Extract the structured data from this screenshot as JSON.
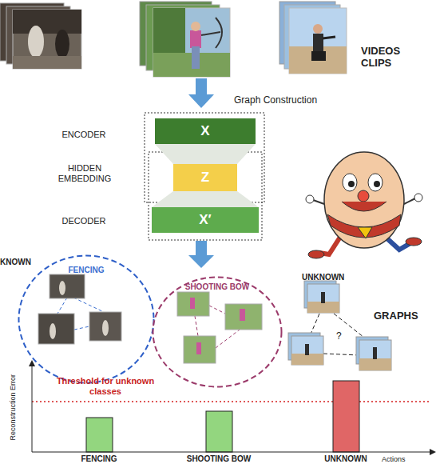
{
  "diagram": {
    "nodes": [
      {
        "text": [
          "X"
        ]
      },
      {
        "text": [
          "Z"
        ]
      },
      {
        "text": [
          "X′"
        ]
      },
      {
        "text": [
          "FENCING"
        ]
      },
      {
        "text": [
          "SHOOTING BOW"
        ]
      }
    ],
    "labels": [
      "VIDEOS CLIPS",
      "Graph Construction",
      "ENCODER",
      "HIDDEN EMBEDDING",
      "DECODER",
      "KNOWN",
      "UNKNOWN",
      "GRAPHS",
      "?",
      "Threshold for unknown classes",
      "Reconstruction Error",
      "FENCING",
      "SHOOTING BOW",
      "UNKNOWN",
      "Actions"
    ]
  }
}
